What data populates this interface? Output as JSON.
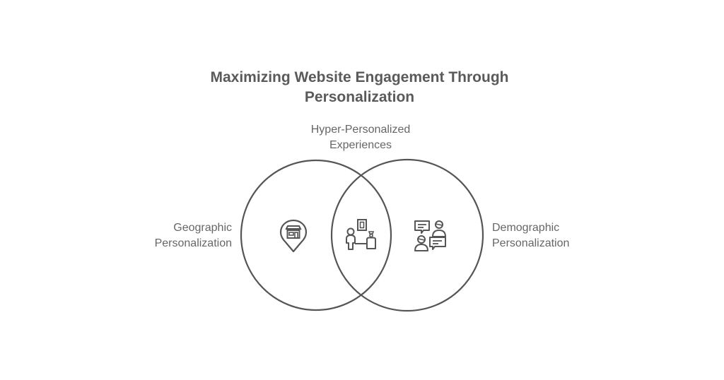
{
  "title": {
    "line1": "Maximizing Website Engagement Through",
    "line2": "Personalization"
  },
  "venn": {
    "intersection": {
      "line1": "Hyper-Personalized",
      "line2": "Experiences",
      "icon": "person-with-framed-content-icon"
    },
    "left": {
      "line1": "Geographic",
      "line2": "Personalization",
      "icon": "store-location-pin-icon"
    },
    "right": {
      "line1": "Demographic",
      "line2": "Personalization",
      "icon": "people-conversation-icon"
    }
  },
  "colors": {
    "stroke": "#555555",
    "title_text": "#5a5a5a",
    "label_text": "#666666",
    "background": "#ffffff"
  }
}
